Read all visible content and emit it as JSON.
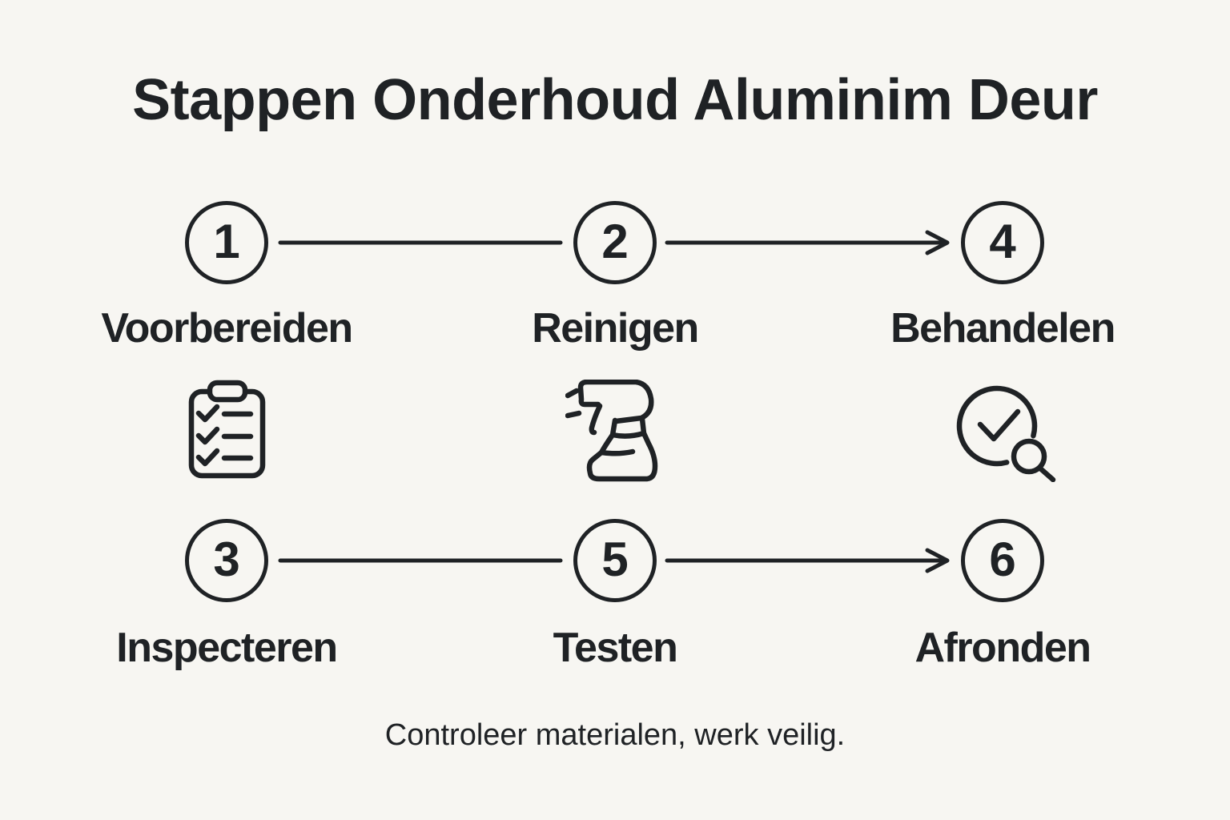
{
  "theme": {
    "background": "#f7f6f2",
    "ink": "#1f2225"
  },
  "title": "Stappen Onderhoud Aluminim Deur",
  "footer": "Controleer materialen, werk veilig.",
  "flow": {
    "rows": [
      {
        "steps": [
          {
            "number": "1",
            "label": "Voorbereiden"
          },
          {
            "number": "2",
            "label": "Reinigen"
          },
          {
            "number": "4",
            "label": "Behandelen"
          }
        ],
        "connectors": [
          {
            "from": "1",
            "to": "2",
            "arrowhead": false
          },
          {
            "from": "2",
            "to": "4",
            "arrowhead": true
          }
        ]
      },
      {
        "steps": [
          {
            "number": "3",
            "label": "Inspecteren"
          },
          {
            "number": "5",
            "label": "Testen"
          },
          {
            "number": "6",
            "label": "Afronden"
          }
        ],
        "connectors": [
          {
            "from": "3",
            "to": "5",
            "arrowhead": false
          },
          {
            "from": "5",
            "to": "6",
            "arrowhead": true
          }
        ]
      }
    ]
  },
  "icons": [
    {
      "name": "checklist-clipboard-icon",
      "column": 1
    },
    {
      "name": "spray-bottle-icon",
      "column": 2
    },
    {
      "name": "magnifier-check-icon",
      "column": 3
    }
  ]
}
